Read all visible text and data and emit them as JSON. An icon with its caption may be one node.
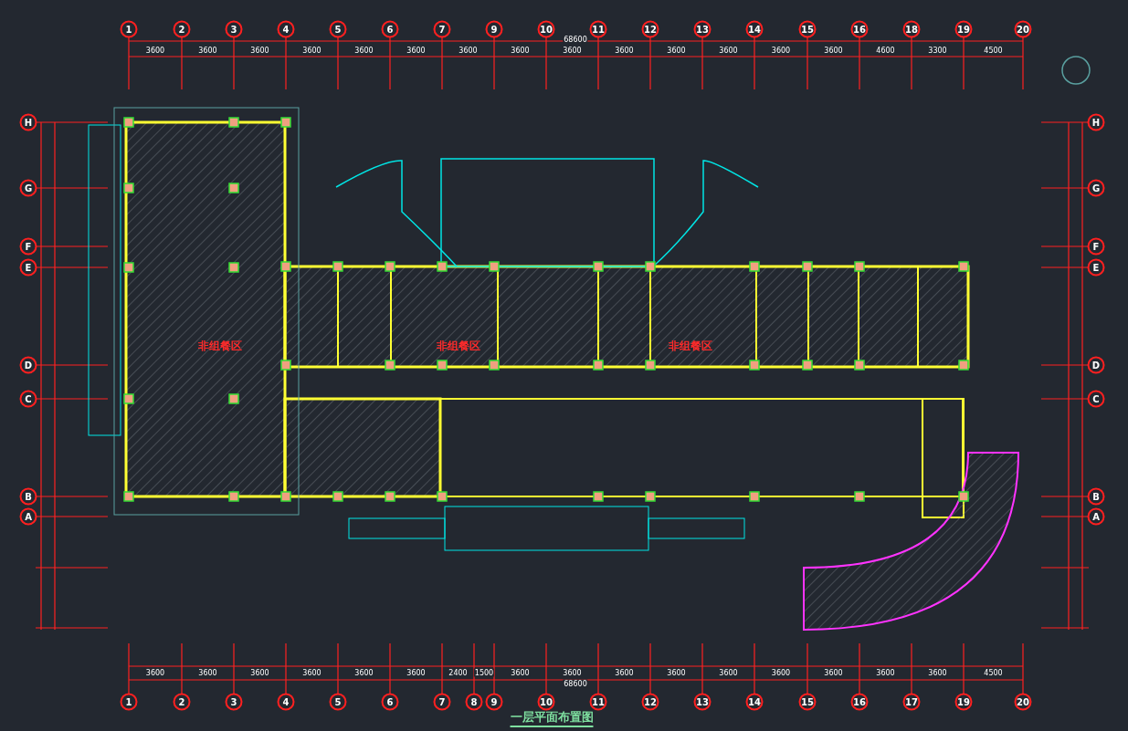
{
  "diagram": {
    "title": "一层平面布置图",
    "labels": [
      "1",
      "2",
      "3",
      "4",
      "5",
      "6",
      "7",
      "9",
      "10",
      "11",
      "12",
      "13",
      "14",
      "15",
      "16",
      "18",
      "19",
      "20",
      "3600",
      "3600",
      "3600",
      "3600",
      "3600",
      "3600",
      "3600",
      "3600",
      "3600",
      "3600",
      "3600",
      "3600",
      "3600",
      "3600",
      "4600",
      "3300",
      "4500",
      "68600",
      "H",
      "G",
      "F",
      "E",
      "D",
      "C",
      "B",
      "A",
      "非组餐区",
      "非组餐区",
      "非组餐区",
      "H",
      "G",
      "F",
      "E",
      "D",
      "C",
      "B",
      "A",
      "3600",
      "3600",
      "3600",
      "3600",
      "3600",
      "3600",
      "2400",
      "1500",
      "3600",
      "3600",
      "3600",
      "3600",
      "3600",
      "3600",
      "3600",
      "3600",
      "3600",
      "4500",
      "68600",
      "1",
      "2",
      "3",
      "4",
      "5",
      "6",
      "7",
      "8",
      "9",
      "10",
      "11",
      "12",
      "13",
      "14",
      "15",
      "16",
      "17",
      "19",
      "20"
    ]
  }
}
